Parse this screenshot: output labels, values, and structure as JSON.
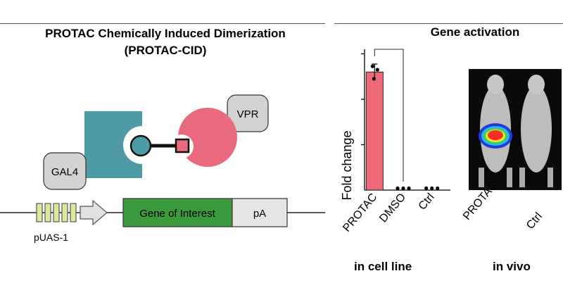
{
  "left_panel": {
    "title_line1": "PROTAC Chemically Induced Dimerization",
    "title_line2": "(PROTAC-CID)",
    "vpr_label": "VPR",
    "gal4_label": "GAL4",
    "gene_label": "Gene of Interest",
    "pa_label": "pA",
    "promoter_label": "pUAS-1"
  },
  "right_panel": {
    "title": "Gene activation",
    "footer_cell": "in cell line",
    "footer_vivo": "in vivo",
    "vivo_labels": [
      "PROTAC",
      "Ctrl"
    ]
  },
  "chart_data": {
    "type": "bar",
    "categories": [
      "PROTAC",
      "DMSO",
      "Ctrl"
    ],
    "values": [
      5.2,
      0.05,
      0.05
    ],
    "ylabel": "Fold change",
    "ylim": [
      0,
      6.2
    ],
    "bar_color": "#ee6878",
    "significance_bracket": [
      "PROTAC",
      "DMSO"
    ]
  },
  "colors": {
    "teal": "#4f9ba5",
    "pink": "#ea6a7d",
    "gray_box": "#d3d3d3",
    "gene_green": "#3a9a3c",
    "pa_gray": "#e5e5e5",
    "uas_green": "#dce89a"
  }
}
